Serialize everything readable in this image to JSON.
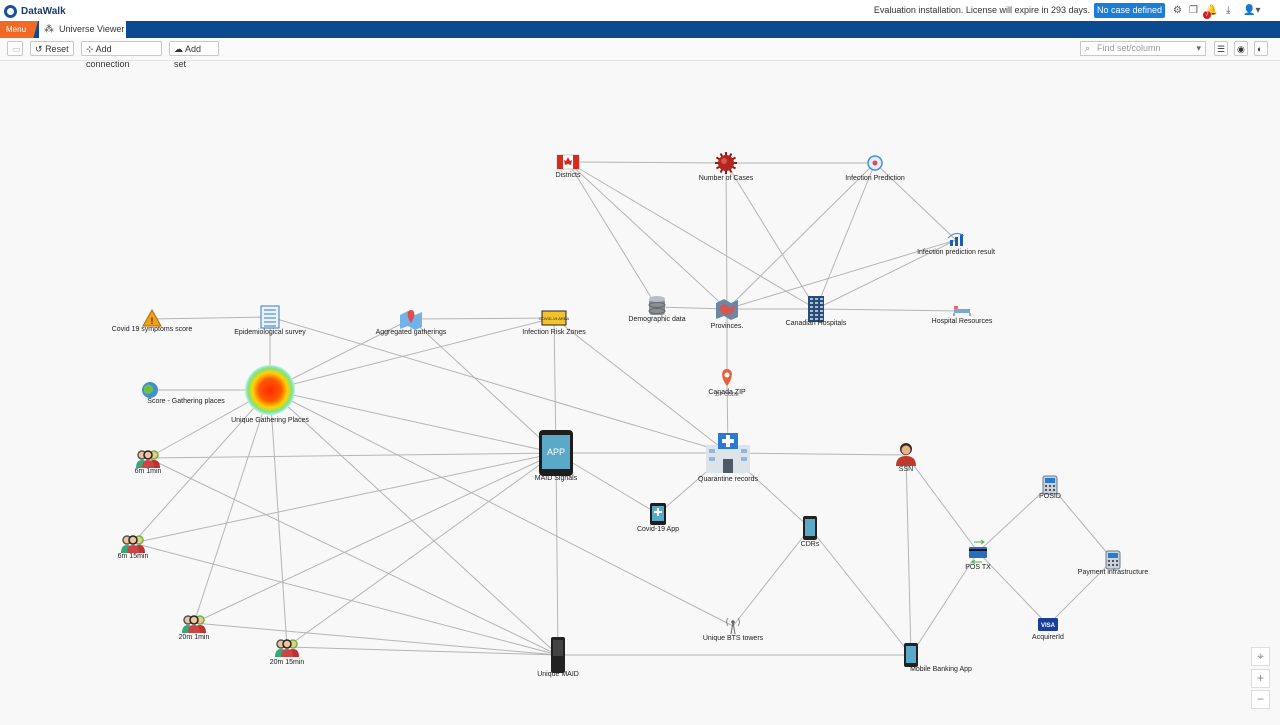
{
  "app": {
    "name": "DataWalk"
  },
  "header": {
    "license_text": "Evaluation installation. License will expire in 293 days.",
    "case_button": "No case defined",
    "notification_count": "7"
  },
  "tabs": {
    "menu": "Menu",
    "active": "Universe Viewer"
  },
  "toolbar": {
    "reset": "Reset",
    "add_connection": "Add connection",
    "add_set": "Add set",
    "search_placeholder": "Find set/column"
  },
  "zoom_controls": {
    "zoom_in": "+",
    "zoom_out": "−"
  },
  "colors": {
    "tabbar": "#0b4a8f",
    "menu": "#f06a25",
    "case_button": "#1b7ed6",
    "edge": "#b5b5b5"
  },
  "graph": {
    "nodes": [
      {
        "id": "districts",
        "label": "Districts",
        "icon": "canada-flag-icon"
      },
      {
        "id": "cases",
        "label": "Number of Cases",
        "icon": "virus-icon"
      },
      {
        "id": "infpred",
        "label": "Infection Prediction",
        "icon": "prediction-icon"
      },
      {
        "id": "infres",
        "label": "Infection prediction result",
        "icon": "chart-icon"
      },
      {
        "id": "demo",
        "label": "Demographic data",
        "icon": "database-icon"
      },
      {
        "id": "provinces",
        "label": "Provinces.",
        "icon": "map-icon"
      },
      {
        "id": "hospitals",
        "label": "Canadian Hospitals",
        "icon": "building-icon"
      },
      {
        "id": "hospres",
        "label": "Hospital Resources",
        "icon": "bed-icon"
      },
      {
        "id": "zip",
        "label": "Canada ZIP",
        "icon": "map-pin-icon"
      },
      {
        "id": "covid",
        "label": "Covid 19 symptoms score",
        "icon": "warning-icon"
      },
      {
        "id": "epi",
        "label": "Epidemiological survey",
        "icon": "document-icon"
      },
      {
        "id": "agg",
        "label": "Aggregated gatherings",
        "icon": "map-marker-icon"
      },
      {
        "id": "risk",
        "label": "Infection Risk Zones",
        "icon": "warning-sign-icon"
      },
      {
        "id": "score",
        "label": "Score - Gathering places",
        "icon": "globe-icon"
      },
      {
        "id": "ugp",
        "label": "Unique Gathering Places",
        "icon": "heatmap-icon"
      },
      {
        "id": "maid",
        "label": "MAID Signals",
        "icon": "tablet-app-icon"
      },
      {
        "id": "quar",
        "label": "Quarantine records",
        "icon": "hospital-icon"
      },
      {
        "id": "ssn",
        "label": "SSN",
        "icon": "person-icon"
      },
      {
        "id": "m6_1",
        "label": "6m 1min",
        "icon": "group-icon"
      },
      {
        "id": "m6_15",
        "label": "6m 15min",
        "icon": "group-icon"
      },
      {
        "id": "m20_1",
        "label": "20m 1min",
        "icon": "group-icon"
      },
      {
        "id": "m20_15",
        "label": "20m 15min",
        "icon": "group-icon"
      },
      {
        "id": "capp",
        "label": "Covid-19 App",
        "icon": "phone-app-icon"
      },
      {
        "id": "cdrs",
        "label": "CDRs",
        "icon": "phone-icon"
      },
      {
        "id": "bts",
        "label": "Unique BTS towers",
        "icon": "antenna-icon"
      },
      {
        "id": "umaid",
        "label": "Unique MAID",
        "icon": "phone-device-icon"
      },
      {
        "id": "mba",
        "label": "Mobile Banking App",
        "icon": "phone-icon"
      },
      {
        "id": "postx",
        "label": "POS TX",
        "icon": "card-transfer-icon"
      },
      {
        "id": "posid",
        "label": "POSID",
        "icon": "pos-terminal-icon"
      },
      {
        "id": "payinfra",
        "label": "Payment infrastructure",
        "icon": "pos-terminal-icon"
      },
      {
        "id": "acq",
        "label": "AcquirerId",
        "icon": "visa-card-icon"
      }
    ],
    "zip_tag": "ZIP CODE",
    "risk_tag": "COVID-19 AREA",
    "maid_tag": "APP",
    "visa_tag": "VISA"
  }
}
